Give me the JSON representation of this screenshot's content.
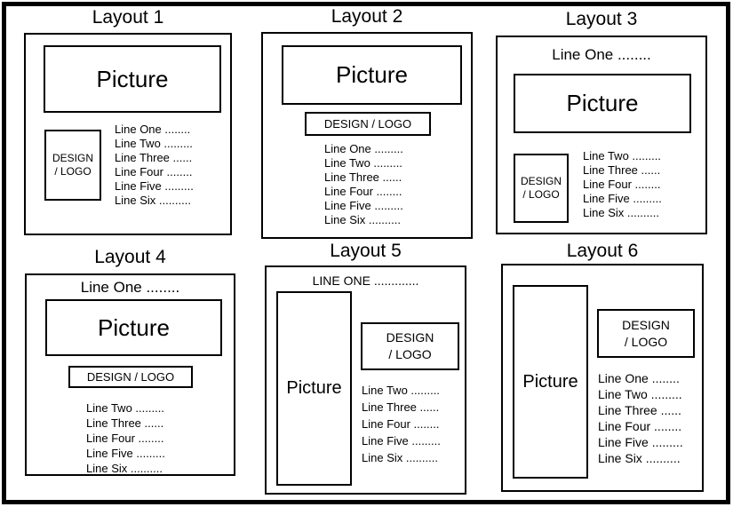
{
  "colors": {
    "ink": "#000000",
    "background": "#ffffff"
  },
  "layouts": [
    {
      "title": "Layout 1",
      "picture": "Picture",
      "logo_line1": "DESIGN",
      "logo_line2": "/ LOGO",
      "lines": [
        "Line One ........",
        "Line Two .........",
        "Line Three ......",
        "Line Four ........",
        "Line Five .........",
        "Line Six .........."
      ]
    },
    {
      "title": "Layout 2",
      "picture": "Picture",
      "logo": "DESIGN / LOGO",
      "lines": [
        "Line One .........",
        "Line Two .........",
        "Line Three ......",
        "Line Four ........",
        "Line Five .........",
        "Line Six .........."
      ]
    },
    {
      "title": "Layout 3",
      "header": "Line One ........",
      "picture": "Picture",
      "logo_line1": "DESIGN",
      "logo_line2": "/ LOGO",
      "lines": [
        "Line Two .........",
        "Line Three ......",
        "Line Four ........",
        "Line Five .........",
        "Line Six .........."
      ]
    },
    {
      "title": "Layout 4",
      "header": "Line One ........",
      "picture": "Picture",
      "logo": "DESIGN / LOGO",
      "lines": [
        "Line Two .........",
        "Line Three ......",
        "Line Four ........",
        "Line Five .........",
        "Line Six .........."
      ]
    },
    {
      "title": "Layout 5",
      "header": "LINE ONE .............",
      "picture": "Picture",
      "logo_line1": "DESIGN",
      "logo_line2": "/ LOGO",
      "lines": [
        "Line Two .........",
        "Line Three ......",
        "Line Four ........",
        "Line Five .........",
        "Line Six .........."
      ]
    },
    {
      "title": "Layout 6",
      "picture": "Picture",
      "logo_line1": "DESIGN",
      "logo_line2": "/ LOGO",
      "lines": [
        "Line One ........",
        "Line Two .........",
        "Line Three ......",
        "Line Four ........",
        "Line Five .........",
        "Line Six .........."
      ]
    }
  ]
}
